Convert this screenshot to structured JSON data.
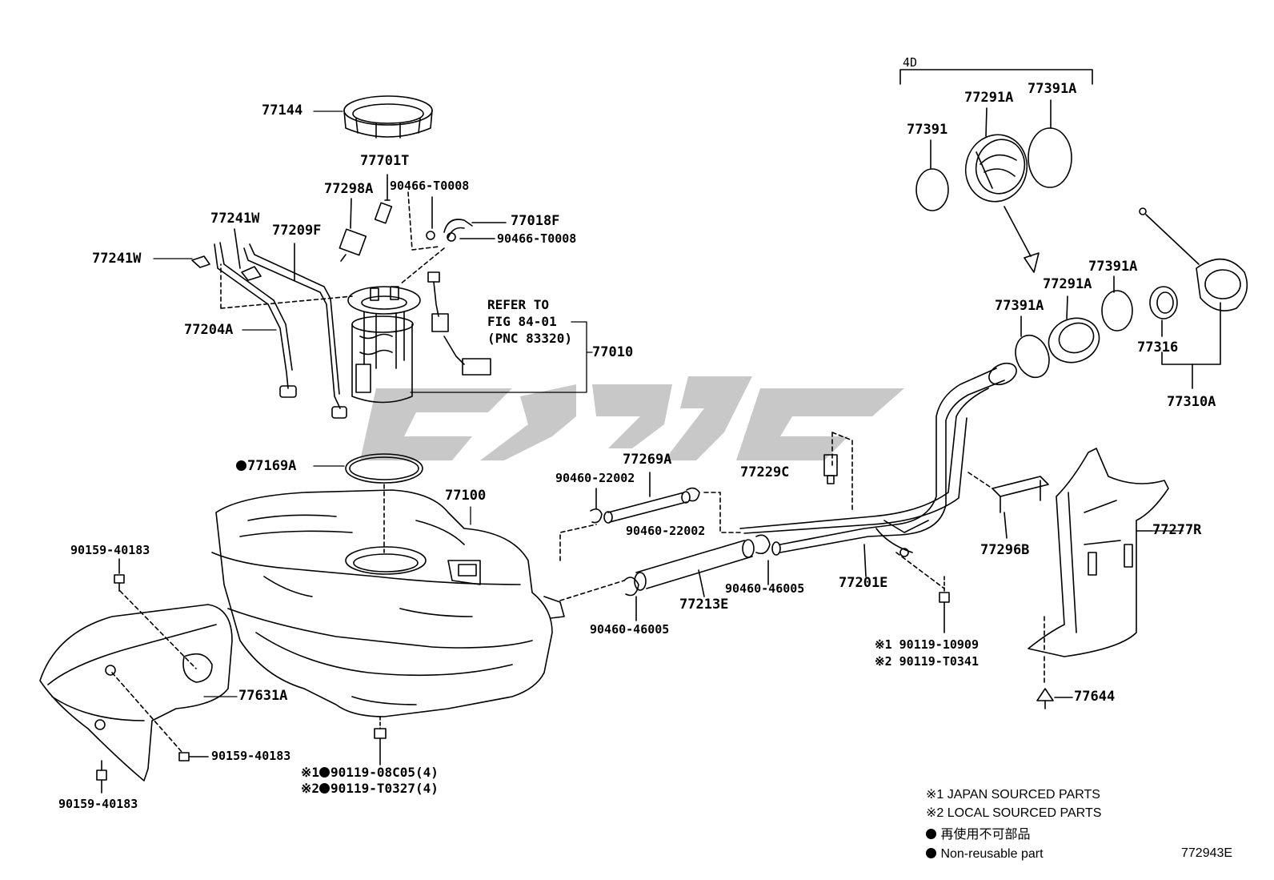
{
  "part_labels": {
    "p77144": "77144",
    "p77701T": "77701T",
    "p77298A": "77298A",
    "p90466_T0008_a": "90466-T0008",
    "p77241W_a": "77241W",
    "p77209F": "77209F",
    "p77018F": "77018F",
    "p90466_T0008_b": "90466-T0008",
    "p77241W_b": "77241W",
    "p77204A": "77204A",
    "p77010": "77010",
    "p77169A": "77169A",
    "p77100": "77100",
    "p90159_40183_a": "90159-40183",
    "p77631A": "77631A",
    "p90159_40183_b": "90159-40183",
    "p90159_40183_c": "90159-40183",
    "p90119_08C05": "90119-08C05(4)",
    "p90119_T0327": "90119-T0327(4)",
    "p77269A": "77269A",
    "p90460_22002_a": "90460-22002",
    "p90460_22002_b": "90460-22002",
    "p77213E": "77213E",
    "p90460_46005_a": "90460-46005",
    "p90460_46005_b": "90460-46005",
    "p77229C": "77229C",
    "p77201E": "77201E",
    "p90119_10909": "90119-10909",
    "p90119_T0341": "90119-T0341",
    "p4D": "4D",
    "p77291A_a": "77291A",
    "p77391A_a": "77391A",
    "p77391": "77391",
    "p77391A_b": "77391A",
    "p77291A_b": "77291A",
    "p77391A_c": "77391A",
    "p77316": "77316",
    "p77310A": "77310A",
    "p77296B": "77296B",
    "p77277R": "77277R",
    "p77644": "77644"
  },
  "markers": {
    "ref1": "※1",
    "ref2": "※2"
  },
  "refer_note": {
    "line1": "REFER TO",
    "line2": "FIG 84-01",
    "line3": "(PNC 83320)"
  },
  "legend": {
    "japan": "※1 JAPAN SOURCED PARTS",
    "local": "※2 LOCAL SOURCED PARTS",
    "non_reusable_jp": "再使用不可部品",
    "non_reusable_en": "Non-reusable part"
  },
  "figure_id": "772943E",
  "watermark_color": "#c8c8c8"
}
